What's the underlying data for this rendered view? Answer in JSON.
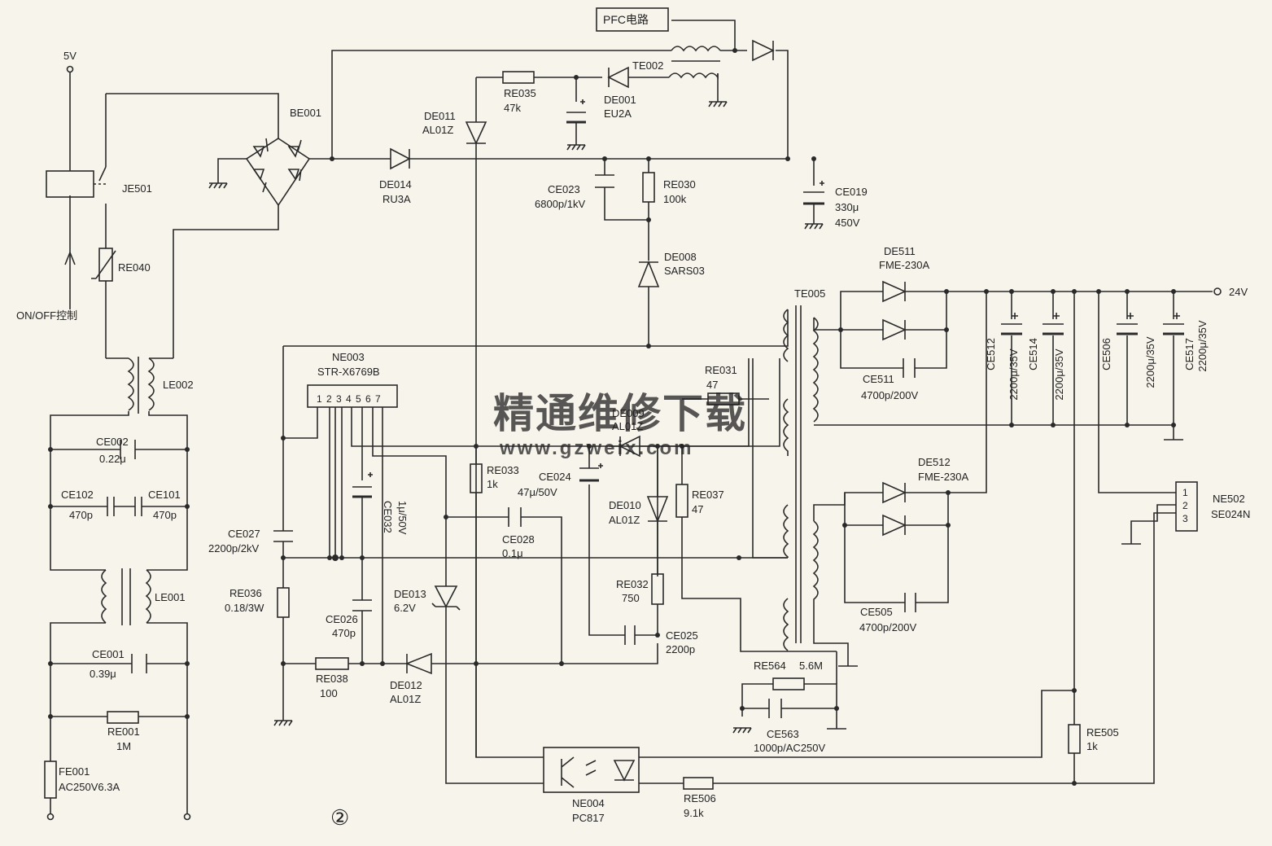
{
  "labels": {
    "pfc": "PFC电路",
    "v5": "5V",
    "je501": "JE501",
    "re040": "RE040",
    "onoff": "ON/OFF控制",
    "le002": "LE002",
    "be001": "BE001",
    "ce002": "CE002",
    "ce002v": "0.22μ",
    "ce102": "CE102",
    "ce102v": "470p",
    "ce101": "CE101",
    "ce101v": "470p",
    "le001": "LE001",
    "ce001": "CE001",
    "ce001v": "0.39μ",
    "re001": "RE001",
    "re001v": "1M",
    "fe001": "FE001",
    "fe001v": "AC250V6.3A",
    "circle2": "②",
    "de014": "DE014",
    "de014v": "RU3A",
    "de011": "DE011",
    "de011v": "AL01Z",
    "re035": "RE035",
    "re035v": "47k",
    "de001": "DE001",
    "de001v": "EU2A",
    "te002": "TE002",
    "ce023": "CE023",
    "ce023v": "6800p/1kV",
    "re030": "RE030",
    "re030v": "100k",
    "ce019": "CE019",
    "ce019v1": "330μ",
    "ce019v2": "450V",
    "de008": "DE008",
    "de008v": "SARS03",
    "te005": "TE005",
    "ne003": "NE003",
    "ne003v": "STR-X6769B",
    "ne003pins": "1 2 3 4 5 6 7",
    "re031": "RE031",
    "re031v": "47",
    "de009": "DE009",
    "de009v": "AL01Z",
    "re033": "RE033",
    "re033v": "1k",
    "ce024": "CE024",
    "ce024v": "47μ/50V",
    "de010": "DE010",
    "de010v": "AL01Z",
    "re037": "RE037",
    "re037v": "47",
    "ce032": "CE032",
    "ce032v": "1μ/50V",
    "ce027": "CE027",
    "ce027v": "2200p/2kV",
    "ce028": "CE028",
    "ce028v": "0.1μ",
    "re036": "RE036",
    "re036v": "0.18/3W",
    "ce026": "CE026",
    "ce026v": "470p",
    "de013": "DE013",
    "de013v": "6.2V",
    "re032": "RE032",
    "re032v": "750",
    "ce025": "CE025",
    "ce025v": "2200p",
    "re038": "RE038",
    "re038v": "100",
    "de012": "DE012",
    "de012v": "AL01Z",
    "re564": "RE564",
    "re564v": "5.6M",
    "ce563": "CE563",
    "ce563v": "1000p/AC250V",
    "ne004": "NE004",
    "ne004v": "PC817",
    "re506": "RE506",
    "re506v": "9.1k",
    "re505": "RE505",
    "re505v": "1k",
    "de511": "DE511",
    "de511v": "FME-230A",
    "ce511": "CE511",
    "ce511v": "4700p/200V",
    "ce512": "CE512",
    "ce512v": "2200μ/35V",
    "ce514": "CE514",
    "ce514v": "2200μ/35V",
    "ce506": "CE506",
    "ce506v": "2200μ/35V",
    "ce517": "CE517",
    "ce517v": "2200μ/35V",
    "v24": "24V",
    "de512": "DE512",
    "de512v": "FME-230A",
    "ce505": "CE505",
    "ce505v": "4700p/200V",
    "ne502": "NE502",
    "ne502v": "SE024N",
    "ne502p1": "1",
    "ne502p2": "2",
    "ne502p3": "3",
    "watermark1": "精通维修下载",
    "watermark2": "www.gzweix.com"
  }
}
